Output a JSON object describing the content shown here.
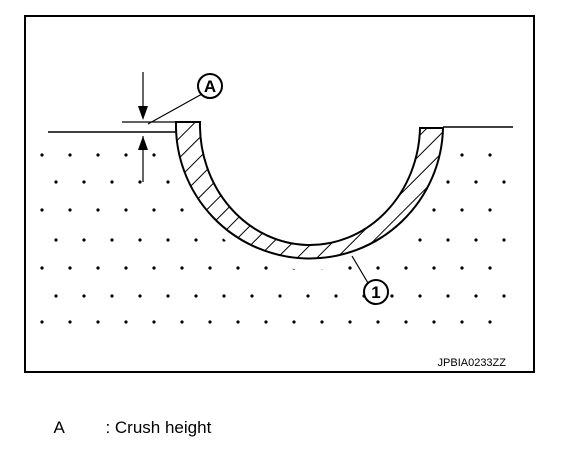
{
  "figure": {
    "reference_code": "JPBIA0233ZZ",
    "callouts": [
      {
        "id": "A",
        "label": "A"
      },
      {
        "id": "1",
        "label": "1"
      }
    ]
  },
  "legend": [
    {
      "key": "A",
      "text": ": Crush height"
    }
  ]
}
